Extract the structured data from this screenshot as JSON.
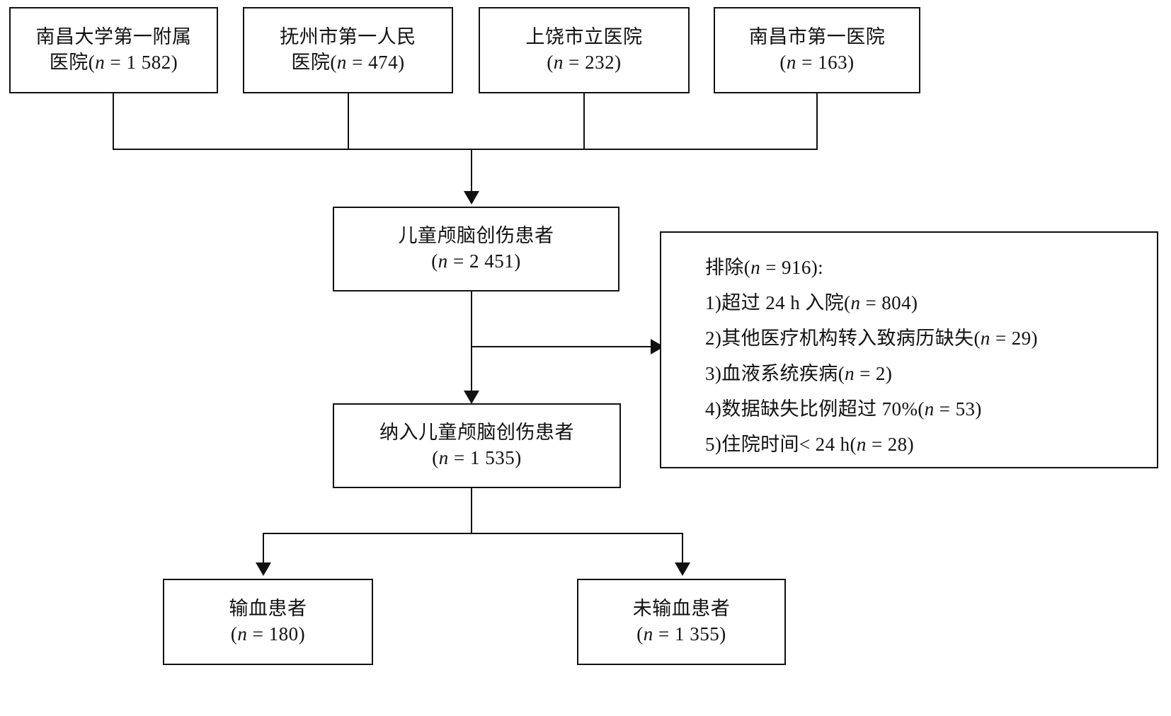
{
  "figure": {
    "type": "flowchart",
    "subject": "儿童颅脑创伤患者入组流程图",
    "background_color": "#ffffff",
    "line_color": "#111111"
  },
  "sources": [
    {
      "line1": "南昌大学第一附属",
      "line2": "医院(",
      "n_label": "n",
      "n_value": " = 1 582",
      "line2_end": ")"
    },
    {
      "line1": "抚州市第一人民",
      "line2": "医院(",
      "n_label": "n",
      "n_value": " = 474",
      "line2_end": ")"
    },
    {
      "line1": "上饶市立医院",
      "line2": "(",
      "n_label": "n",
      "n_value": " = 232",
      "line2_end": ")"
    },
    {
      "line1": "南昌市第一医院",
      "line2": "(",
      "n_label": "n",
      "n_value": " = 163",
      "line2_end": ")"
    }
  ],
  "cohort": {
    "title": "儿童颅脑创伤患者",
    "count_open": "(",
    "n_label": "n",
    "n_value": " = 2 451",
    "count_close": ")"
  },
  "included": {
    "title": "纳入儿童颅脑创伤患者",
    "count_open": "(",
    "n_label": "n",
    "n_value": " = 1 535",
    "count_close": ")"
  },
  "exclusions": {
    "heading_prefix": "排除(",
    "heading_n": "n",
    "heading_value": " = 916",
    "heading_suffix": "):",
    "items": [
      {
        "index": "1)",
        "text": "超过 24 h 入院(",
        "n_label": "n",
        "n_value": " = 804",
        "close": ")"
      },
      {
        "index": "2)",
        "text": "其他医疗机构转入致病历缺失(",
        "n_label": "n",
        "n_value": " = 29",
        "close": ")"
      },
      {
        "index": "3)",
        "text": "血液系统疾病(",
        "n_label": "n",
        "n_value": " = 2",
        "close": ")"
      },
      {
        "index": "4)",
        "text": "数据缺失比例超过 70%(",
        "n_label": "n",
        "n_value": " = 53",
        "close": ")"
      },
      {
        "index": "5)",
        "text": "住院时间< 24 h(",
        "n_label": "n",
        "n_value": " = 28",
        "close": ")"
      }
    ]
  },
  "outcomes": [
    {
      "title": "输血患者",
      "count_open": "(",
      "n_label": "n",
      "n_value": " = 180",
      "count_close": ")"
    },
    {
      "title": "未输血患者",
      "count_open": "(",
      "n_label": "n",
      "n_value": " = 1 355",
      "count_close": ")"
    }
  ]
}
